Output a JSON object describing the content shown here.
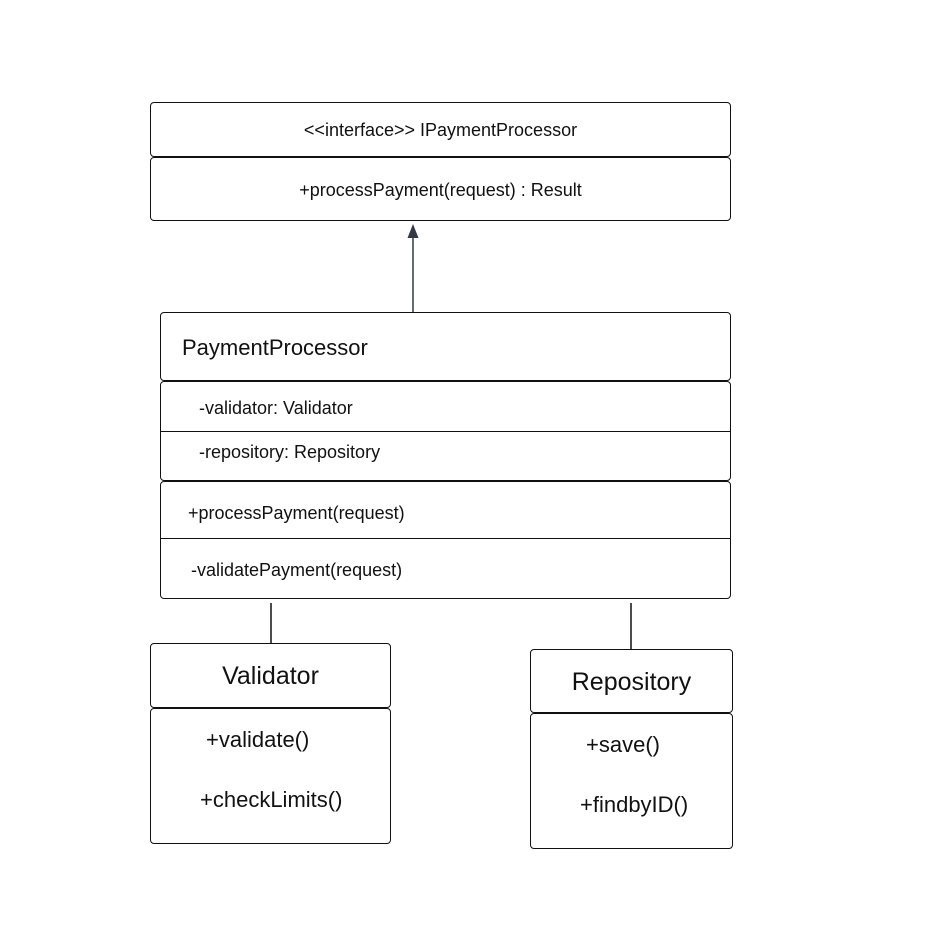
{
  "interface_box": {
    "header": "<<interface>> IPaymentProcessor",
    "method": "+processPayment(request) : Result"
  },
  "payment_processor": {
    "name": "PaymentProcessor",
    "attributes": [
      "-validator: Validator",
      "-repository: Repository"
    ],
    "methods": [
      "+processPayment(request)",
      "-validatePayment(request)"
    ]
  },
  "validator": {
    "name": "Validator",
    "methods": [
      "+validate()",
      "+checkLimits()"
    ]
  },
  "repository": {
    "name": "Repository",
    "methods": [
      "+save()",
      "+findbyID()"
    ]
  },
  "colors": {
    "stroke": "#111111",
    "arrow": "#333a44"
  }
}
